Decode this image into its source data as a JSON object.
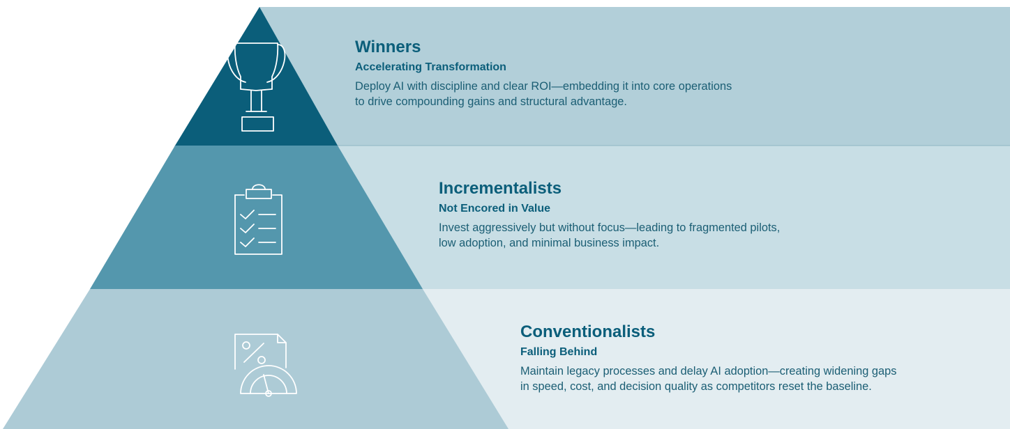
{
  "colors": {
    "band1": "#b2cfd9",
    "band2": "#c8dee5",
    "band3": "#e3edf1",
    "tier1": "#0b5e7a",
    "tier2": "#5497ad",
    "tier3": "#adcbd6",
    "heading": "#0b5e7a"
  },
  "tiers": [
    {
      "title": "Winners",
      "subtitle": "Accelerating Transformation",
      "description_lines": [
        "Deploy AI with discipline and clear ROI—embedding it into core operations",
        "to drive compounding gains and structural advantage."
      ],
      "icon": "trophy-icon"
    },
    {
      "title": "Incrementalists",
      "subtitle": "Not Encored in Value",
      "description_lines": [
        "Invest aggressively but without focus—leading to fragmented pilots,",
        "low adoption, and minimal business impact."
      ],
      "icon": "clipboard-checklist-icon"
    },
    {
      "title": "Conventionalists",
      "subtitle": "Falling Behind",
      "description_lines": [
        "Maintain legacy processes and delay AI adoption—creating widening gaps",
        "in speed, cost, and decision quality as competitors reset the baseline."
      ],
      "icon": "percent-gauge-icon"
    }
  ]
}
